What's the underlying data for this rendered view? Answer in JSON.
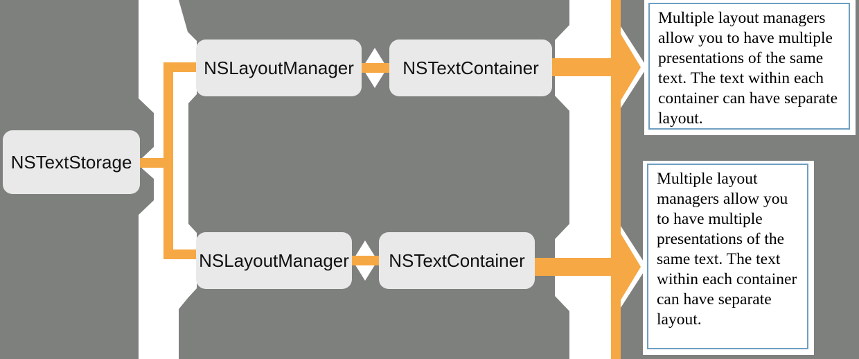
{
  "diagram": {
    "kind": "cocoa-text-system-architecture",
    "nodes": {
      "text_storage": {
        "label": "NSTextStorage"
      },
      "layout_manager_1": {
        "label": "NSLayoutManager"
      },
      "text_container_1": {
        "label": "NSTextContainer"
      },
      "layout_manager_2": {
        "label": "NSLayoutManager"
      },
      "text_container_2": {
        "label": "NSTextContainer"
      }
    },
    "notes": {
      "note_1": {
        "text": "Multiple layout managers allow you to have multiple presentations of the same text. The text within each container can have separate layout."
      },
      "note_2": {
        "text": "Multiple layout managers allow you to have multiple presentations of the same text. The text within each container can have separate layout."
      }
    },
    "colors": {
      "panel_gray": "#7e807d",
      "node_fill": "#e8e9e8",
      "connector_orange": "#f6a844",
      "note_border_blue": "#6e9fc0",
      "note_fill": "#ffffff",
      "text_black": "#111111"
    }
  }
}
